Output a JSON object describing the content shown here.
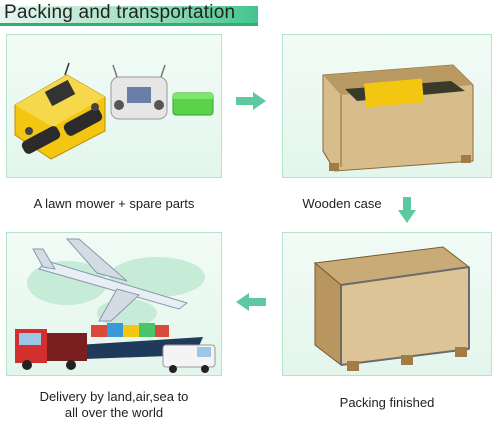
{
  "header": {
    "title": "Packing and transportation"
  },
  "steps": [
    {
      "caption": "A lawn mower + spare parts"
    },
    {
      "caption": "Wooden case"
    },
    {
      "caption": "Packing finished"
    },
    {
      "caption_line1": "Delivery by land,air,sea to",
      "caption_line2": "all over the world"
    }
  ],
  "colors": {
    "accent_green": "#43c48c",
    "panel_border": "#b5e4cc",
    "panel_bg": "#e3f6ec",
    "arrow_green": "#5cc9a0",
    "mower_yellow": "#f2c611",
    "wood": "#d8bd8c"
  }
}
